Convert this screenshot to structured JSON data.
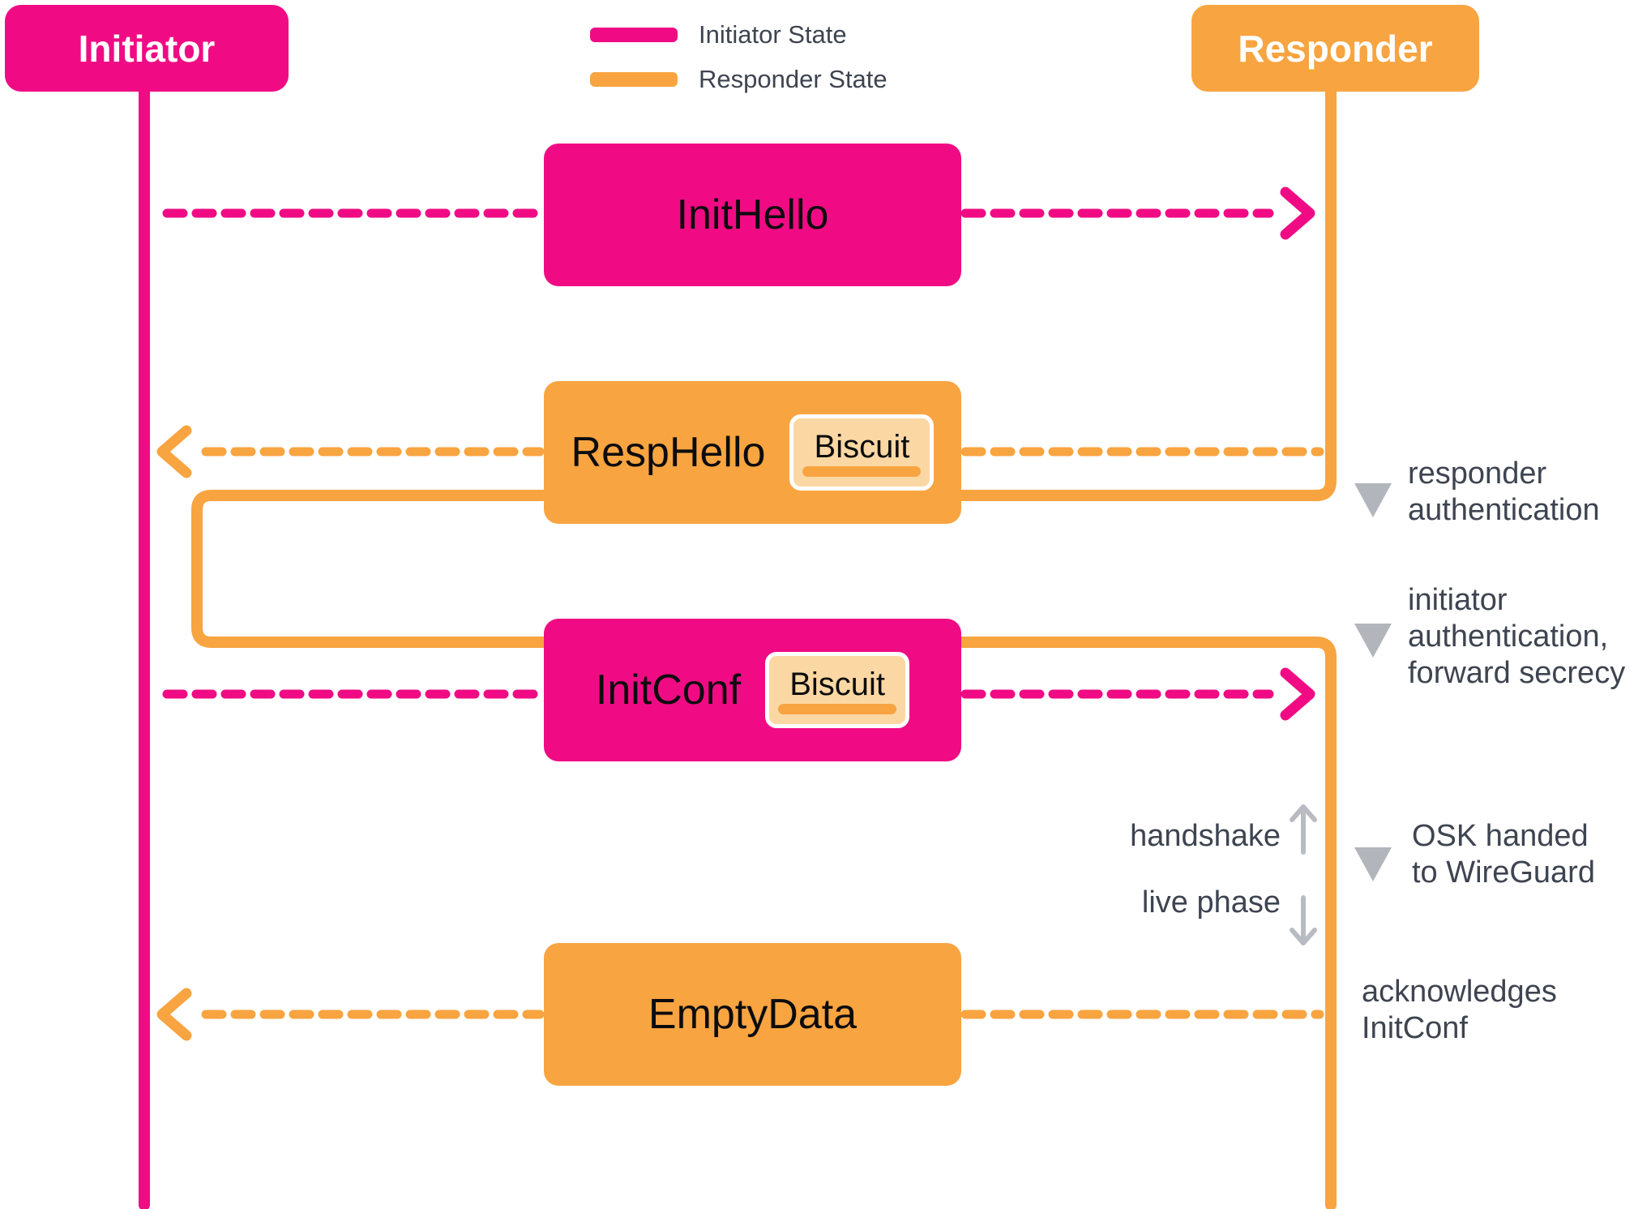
{
  "colors": {
    "initiator_pink": "#F00B84",
    "responder_orange": "#F8A440",
    "biscuit_fill": "#FBD8A3",
    "biscuit_border": "#FFFFFF",
    "annotation_text": "#3E4450",
    "marker_gray": "#B2B6BC",
    "message_text": "#0C0C0E",
    "actor_text": "#FFFFFF",
    "background": "#FFFFFF"
  },
  "actors": [
    {
      "id": "initiator",
      "label": "Initiator"
    },
    {
      "id": "responder",
      "label": "Responder"
    }
  ],
  "legend": [
    {
      "label": "Initiator State",
      "color": "#F00B84"
    },
    {
      "label": "Responder State",
      "color": "#F8A440"
    }
  ],
  "messages": [
    {
      "label": "InitHello",
      "from": "initiator",
      "to": "responder",
      "arrow": "dashed-right",
      "color": "#F00B84"
    },
    {
      "label": "RespHello",
      "from": "responder",
      "to": "initiator",
      "arrow": "dashed-left",
      "color": "#F8A440",
      "biscuit": "Biscuit"
    },
    {
      "label": "InitConf",
      "from": "initiator",
      "to": "responder",
      "arrow": "dashed-right",
      "color": "#F00B84",
      "biscuit": "Biscuit"
    },
    {
      "label": "EmptyData",
      "from": "responder",
      "to": "initiator",
      "arrow": "dashed-left",
      "color": "#F8A440"
    }
  ],
  "annotations": [
    {
      "marker": "triangle-down",
      "lines": [
        "responder",
        "authentication"
      ]
    },
    {
      "marker": "triangle-down",
      "lines": [
        "initiator",
        "authentication,",
        "forward secrecy"
      ]
    },
    {
      "marker": "triangle-down",
      "lines": [
        "OSK handed",
        "to WireGuard"
      ]
    },
    {
      "marker": "none",
      "lines": [
        "acknowledges",
        "InitConf"
      ]
    }
  ],
  "phase": {
    "handshake": "handshake",
    "live": "live phase"
  }
}
